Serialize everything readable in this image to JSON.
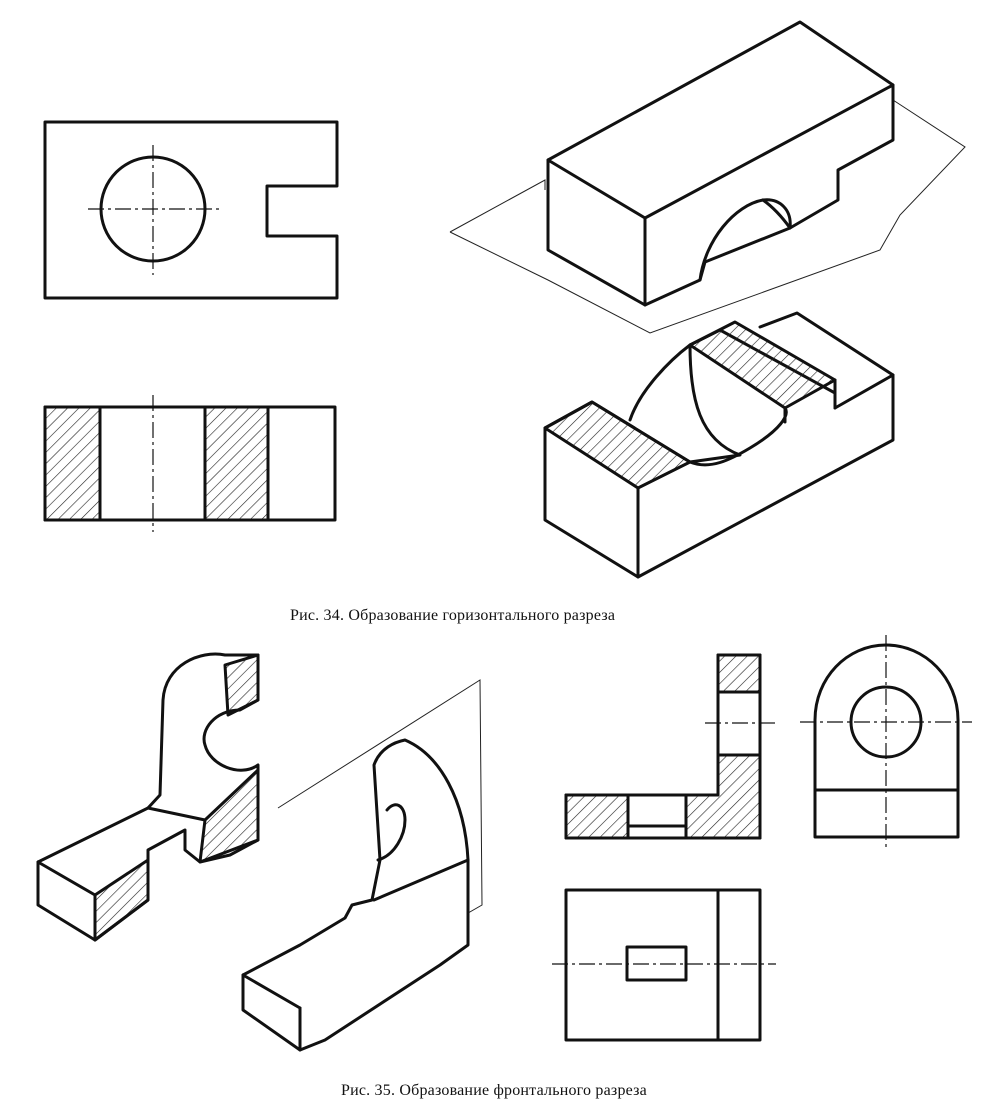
{
  "figures": [
    {
      "id": "fig34",
      "caption": "Рис. 34. Образование горизонтального разреза"
    },
    {
      "id": "fig35",
      "caption": "Рис. 35. Образование фронтального разреза"
    }
  ],
  "colors": {
    "line": "#111111",
    "background": "#ffffff"
  }
}
